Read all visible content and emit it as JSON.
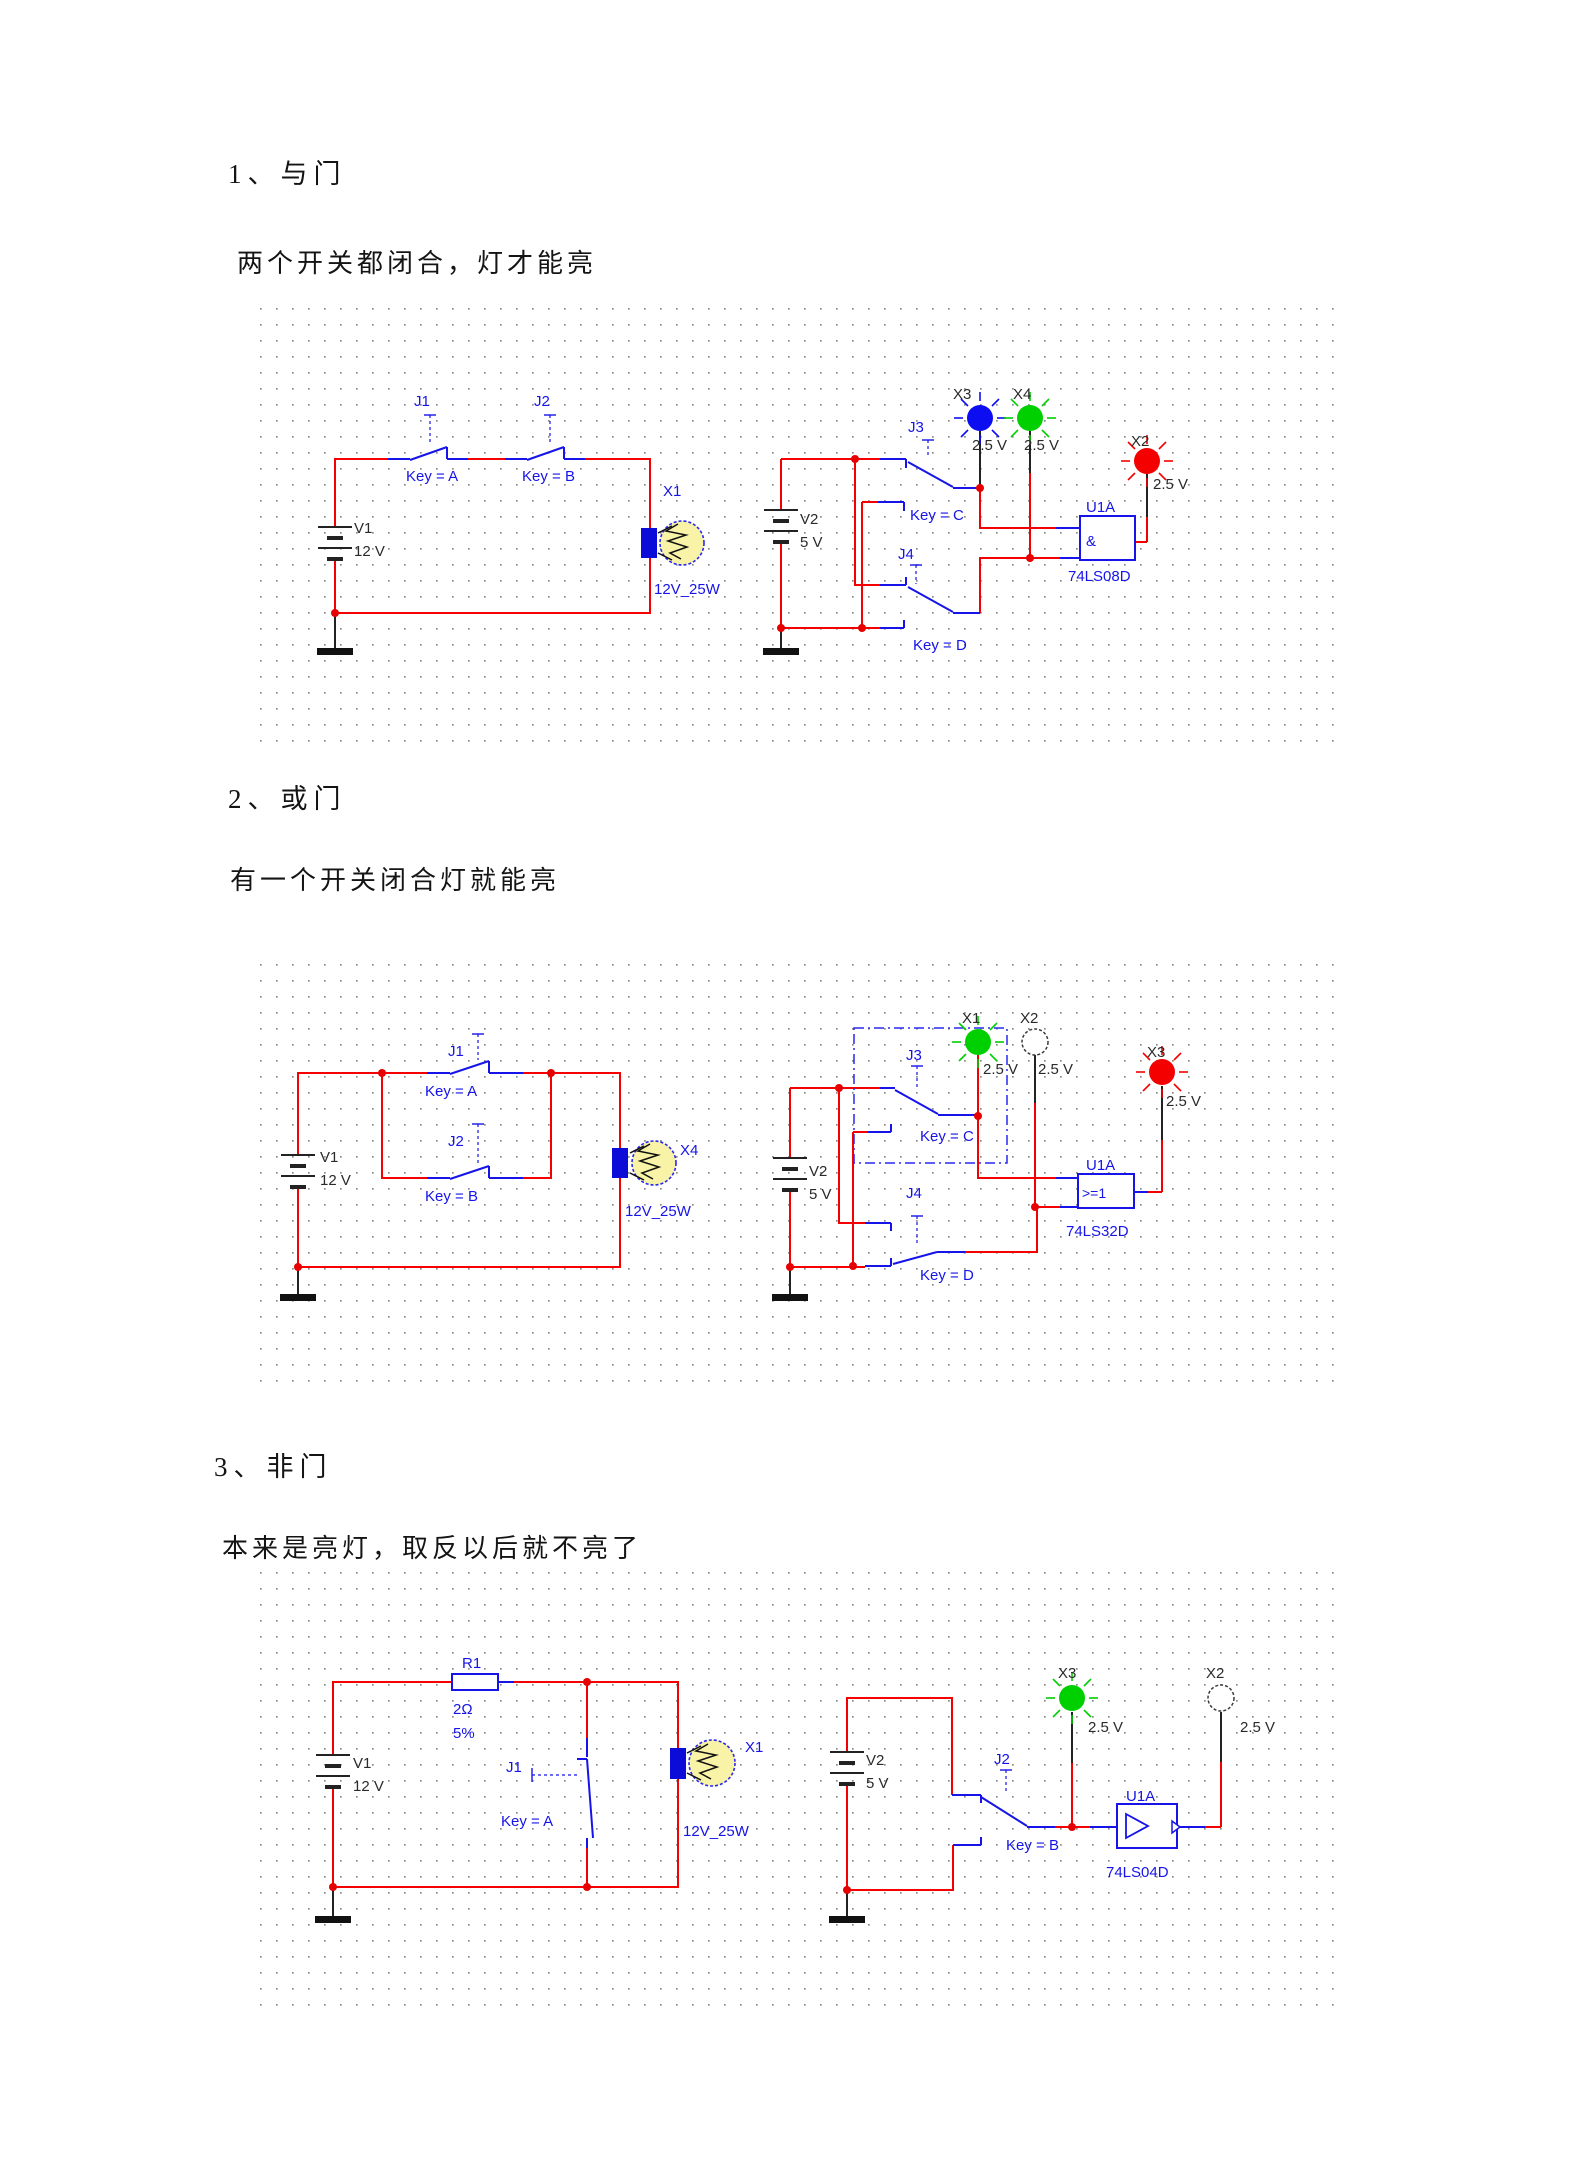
{
  "palette": {
    "wire_red": "#f40000",
    "component_blue": "#1614e8",
    "probe_blue": "#0d0df2",
    "probe_green": "#00cf00",
    "probe_red": "#f50000",
    "probe_unlit": "#ffffff",
    "lamp_fill": "#f8f3a6"
  },
  "sections": [
    {
      "heading": "1、与门",
      "description": "两个开关都闭合，灯才能亮",
      "labels": {
        "v1": "V1",
        "v1_value": "12 V",
        "j1": "J1",
        "j1_key": "Key = A",
        "j2": "J2",
        "j2_key": "Key = B",
        "lamp": "X1",
        "lamp_value": "12V_25W",
        "v2": "V2",
        "v2_value": "5 V",
        "j3": "J3",
        "j3_key": "Key = C",
        "j4": "J4",
        "j4_key": "Key = D",
        "probe1": "X3",
        "probe1_value": "2.5 V",
        "probe2": "X4",
        "probe2_value": "2.5 V",
        "probe3": "X2",
        "probe3_value": "2.5 V",
        "gate": "U1A",
        "gate_symbol": "&",
        "gate_part": "74LS08D"
      },
      "colors": {
        "probe1": "#0d0df2",
        "probe2": "#00cf00",
        "probe3": "#f50000"
      }
    },
    {
      "heading": "2、或门",
      "description": "有一个开关闭合灯就能亮",
      "labels": {
        "v1": "V1",
        "v1_value": "12 V",
        "j1": "J1",
        "j1_key": "Key = A",
        "j2": "J2",
        "j2_key": "Key = B",
        "lamp": "X4",
        "lamp_value": "12V_25W",
        "v2": "V2",
        "v2_value": "5 V",
        "j3": "J3",
        "j3_key": "Key = C",
        "j4": "J4",
        "j4_key": "Key = D",
        "probe1": "X1",
        "probe1_value": "2.5 V",
        "probe2": "X2",
        "probe2_value": "2.5 V",
        "probe3": "X3",
        "probe3_value": "2.5 V",
        "gate": "U1A",
        "gate_symbol": ">=1",
        "gate_part": "74LS32D"
      },
      "colors": {
        "probe1": "#00cf00",
        "probe2": "#ffffff",
        "probe3": "#f50000"
      }
    },
    {
      "heading": "3、非门",
      "description": "本来是亮灯，取反以后就不亮了",
      "labels": {
        "v1": "V1",
        "v1_value": "12 V",
        "r1": "R1",
        "r1_value": "2Ω",
        "r1_tol": "5%",
        "j1": "J1",
        "j1_key": "Key = A",
        "lamp": "X1",
        "lamp_value": "12V_25W",
        "v2": "V2",
        "v2_value": "5 V",
        "j2": "J2",
        "j2_key": "Key = B",
        "probe1": "X3",
        "probe1_value": "2.5 V",
        "probe2": "X2",
        "probe2_value": "2.5 V",
        "gate": "U1A",
        "gate_part": "74LS04D"
      },
      "colors": {
        "probe1": "#00cf00",
        "probe2": "#ffffff"
      }
    }
  ]
}
